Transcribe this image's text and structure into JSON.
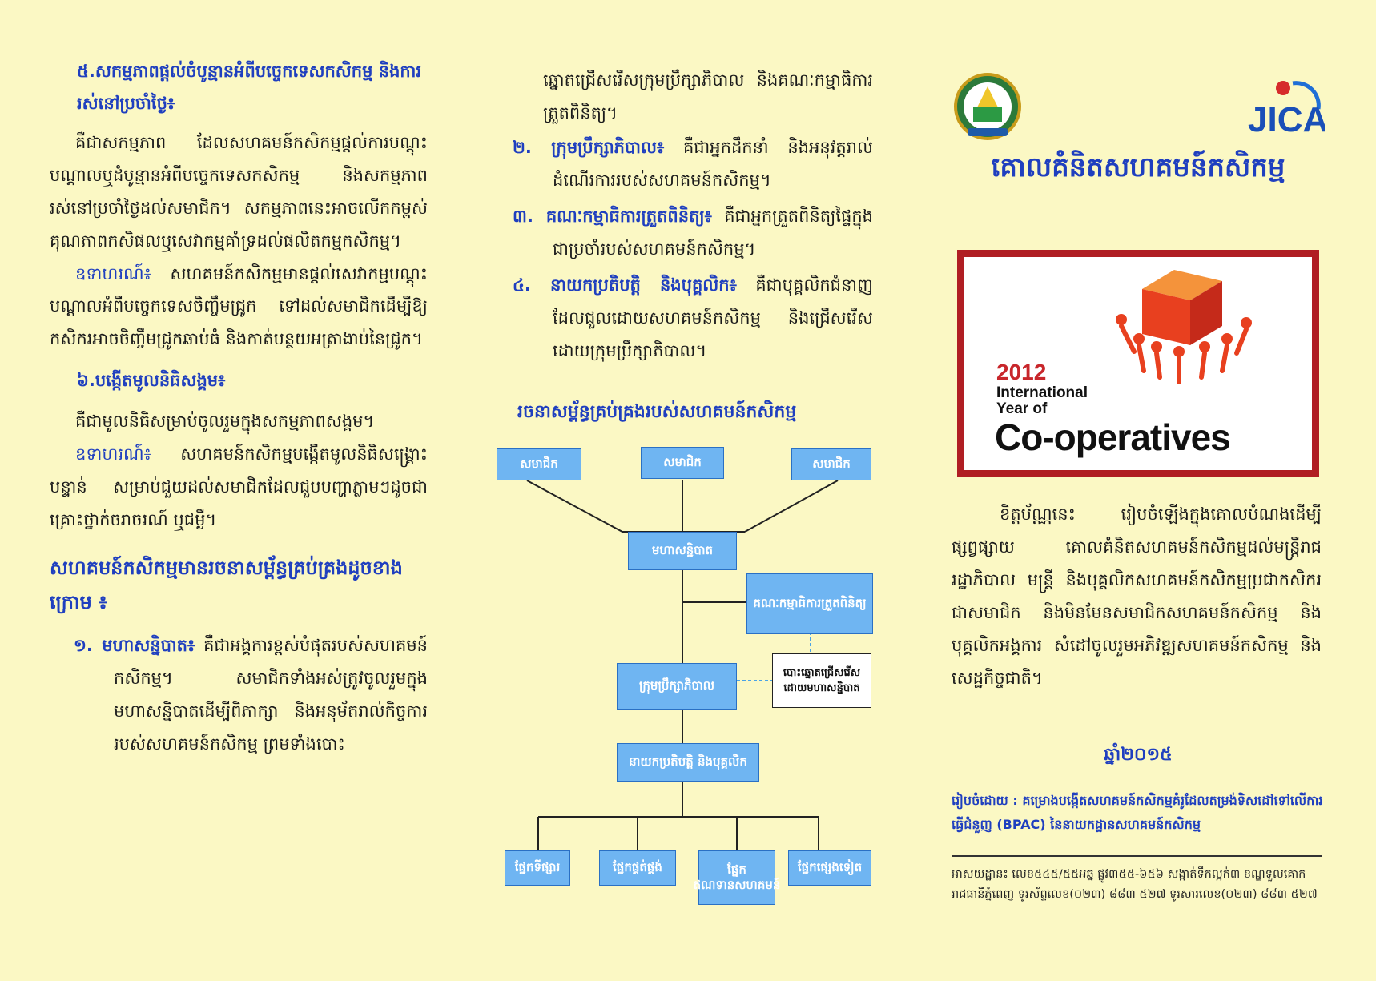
{
  "col1": {
    "heading5": "៥.សកម្មភាពផ្តល់ចំបូន្មានអំពីបច្ចេកទេសកសិកម្ម និងការរស់នៅប្រចាំថ្ងៃ៖",
    "para5": "គឺជាសកម្មភាព ដែលសហគមន៍កសិកម្មផ្តល់ការបណ្តុះបណ្តាលឬដំបូន្មានអំពីបច្ចេកទេសកសិកម្ម និងសកម្មភាពរស់នៅប្រចាំថ្ងៃដល់សមាជិក។ សកម្មភាពនេះអាចលើកកម្ពស់គុណភាពកសិផលឬសេវាកម្មគាំទ្រដល់ផលិតកម្មកសិកម្ម។",
    "example5_label": "ឧទាហរណ៍៖",
    "example5_text": "សហគមន៍កសិកម្មមានផ្តល់សេវាកម្មបណ្តុះបណ្តាលអំពីបច្ចេកទេសចិញ្ចឹមជ្រូក ទៅដល់សមាជិកដើម្បីឱ្យកសិករអាចចិញ្ចឹមជ្រូកឆាប់ធំ និងកាត់បន្ថយអត្រាងាប់នៃជ្រូក។",
    "heading6": "៦.បង្កើតមូលនិធិសង្គម៖",
    "para6": "គឺជាមូលនិធិសម្រាប់ចូលរួមក្នុងសកម្មភាពសង្គម។",
    "example6_label": "ឧទាហរណ៍៖",
    "example6_text": "សហគមន៍កសិកម្មបង្កើតមូលនិធិសង្គ្រោះបន្ទាន់ សម្រាប់ជួយដល់សមាជិកដែលជួបបញ្ហាភ្លាមៗដូចជាគ្រោះថ្នាក់ចរាចរណ៍ ឬជម្ងឺ។",
    "structure_title": "សហគមន៍កសិកម្មមានរចនាសម្ព័ន្ធគ្រប់គ្រងដូចខាងក្រោម ៖",
    "item1_term": "១. មហាសន្និបាត៖",
    "item1_text": "គឺជាអង្គការខ្ពស់បំផុតរបស់សហគមន៍កសិកម្ម។ សមាជិកទាំងអស់ត្រូវចូលរួមក្នុងមហាសន្និបាតដើម្បីពិភាក្សា និងអនុម័តរាល់កិច្ចការរបស់សហគមន៍កសិកម្ម ព្រមទាំងបោះ"
  },
  "col2": {
    "cont_text": "ឆ្នោតជ្រើសរើសក្រុមប្រឹក្សាភិបាល និងគណៈកម្មាធិការត្រួតពិនិត្យ។",
    "item2_term": "២. ក្រុមប្រឹក្សាភិបាល៖",
    "item2_text": "គឺជាអ្នកដឹកនាំ និងអនុវត្តរាល់ដំណើរការរបស់សហគមន៍កសិកម្ម។",
    "item3_term": "៣. គណៈកម្មាធិការត្រួតពិនិត្យ៖",
    "item3_text": "គឺជាអ្នកត្រួតពិនិត្យផ្ទៃក្នុងជាប្រចាំរបស់សហគមន៍កសិកម្ម។",
    "item4_term": "៤. នាយកប្រតិបត្តិ និងបុគ្គលិក៖",
    "item4_text": "គឺជាបុគ្គលិកជំនាញដែលជួលដោយសហគមន៍កសិកម្ម និងជ្រើសរើសដោយក្រុមប្រឹក្សាភិបាល។",
    "chart_title": "រចនាសម្ព័ន្ធគ្រប់គ្រងរបស់សហគមន៍កសិកម្ម"
  },
  "orgchart": {
    "member1": "សមាជិក",
    "member2": "សមាជិក",
    "member3": "សមាជិក",
    "general_assembly": "មហាសន្និបាត",
    "audit_committee": "គណៈកម្មាធិការត្រួតពិនិត្យ",
    "elected_note": "បោះឆ្នោតជ្រើសរើសដោយមហាសន្និបាត",
    "board": "ក្រុមប្រឹក្សាភិបាល",
    "executive": "នាយកប្រតិបត្តិ និងបុគ្គលិក",
    "dept1": "ផ្នែកទីផ្សារ",
    "dept2": "ផ្នែកផ្គត់ផ្គង់",
    "dept3": "ផ្នែកឥណទានសហគមន៍",
    "dept4": "ផ្នែកផ្សេងទៀត"
  },
  "col3": {
    "logo_left_icon": "ministry-seal-icon",
    "logo_right_text": "JICA",
    "main_title": "គោលគំនិតសហគមន៍កសិកម្ម",
    "coop_year": "2012",
    "coop_line1": "International",
    "coop_line2": "Year of",
    "coop_main": "Co-operatives",
    "intro": "ខិត្តប័ណ្ណនេះ រៀបចំឡើងក្នុងគោលបំណងដើម្បីផ្សព្វផ្សាយ គោលគំនិតសហគមន៍កសិកម្មដល់មន្ត្រីរាជរដ្ឋាភិបាល មន្ត្រី និងបុគ្គលិកសហគមន៍កសិកម្មប្រជាកសិករជាសមាជិក និងមិនមែនសមាជិកសហគមន៍កសិកម្ម និងបុគ្គលិកអង្គការ សំដៅចូលរួមអភិវឌ្ឍសហគមន៍កសិកម្ម និងសេដ្ឋកិច្ចជាតិ។",
    "year": "ឆ្នាំ២០១៥",
    "prepared": "រៀបចំដោយ : គម្រោងបង្កើតសហគមន៍កសិកម្មគំរូដែលតម្រង់ទិសដៅទៅលើការធ្វើជំនួញ (BPAC) នៃនាយកដ្ឋានសហគមន៍កសិកម្ម",
    "address": "អាសយដ្ឋាន៖ លេខ៥៤៥/៥៥អឆ្ន ផ្លូវ៣៥៥-៦៥៦ សង្កាត់ទឹកល្អក់៣ ខណ្ឌទួលគោក រាជធានីភ្នំពេញ ទូរស័ព្ទលេខ(០២៣) ៨៨៣ ៥២៧ ទូរសារលេខ(០២៣) ៨៨៣ ៥២៧"
  },
  "colors": {
    "background": "#fbf8c4",
    "accent_blue": "#1f3fbf",
    "node_blue": "#6fb5f2",
    "frame_red": "#b01e23",
    "cube_red": "#e8401f"
  }
}
